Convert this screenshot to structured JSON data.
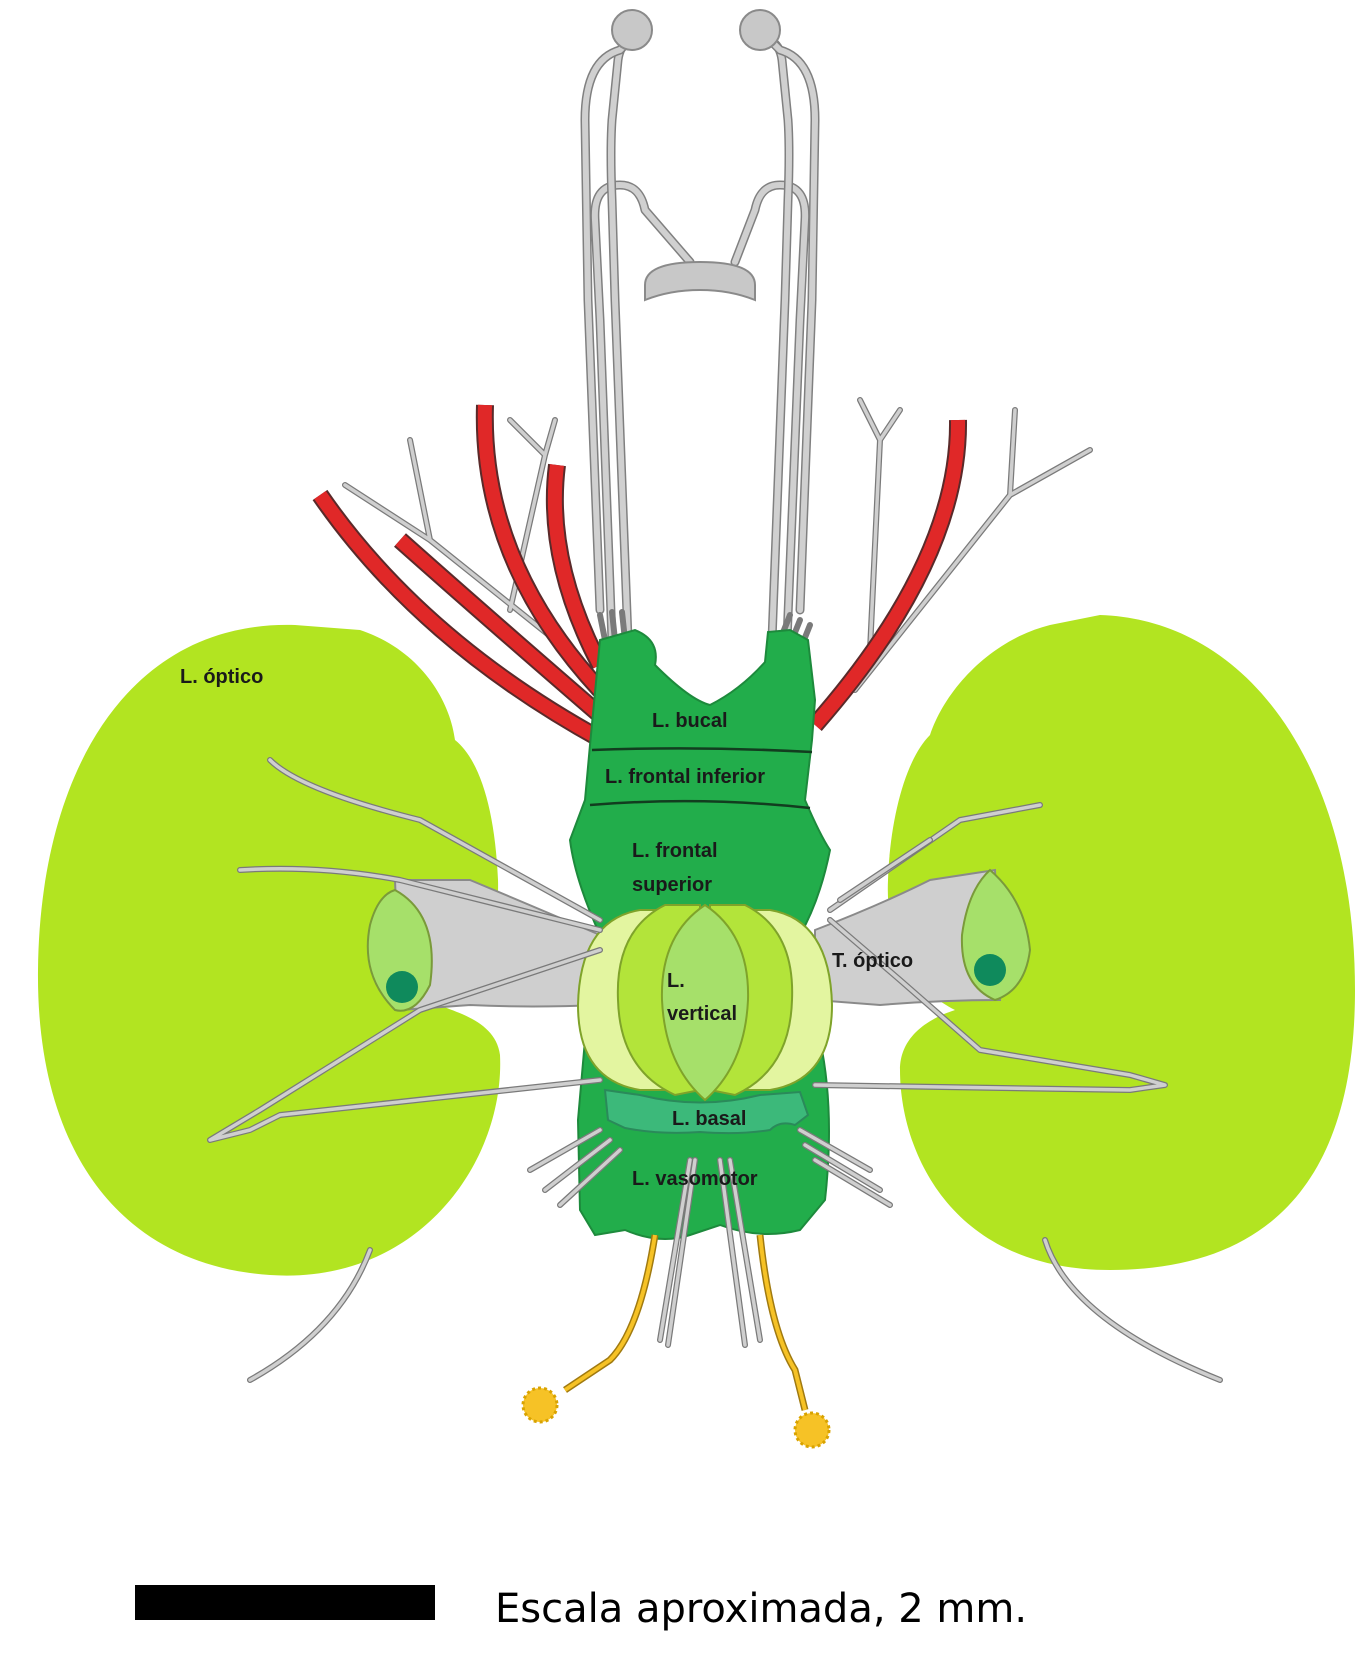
{
  "labels": {
    "optic_lobe": "L. óptico",
    "buccal": "L. bucal",
    "inferior_frontal": "L. frontal inferior",
    "superior_frontal_1": "L. frontal",
    "superior_frontal_2": "superior",
    "vertical_1": "L.",
    "vertical_2": "vertical",
    "optic_tract": "T. óptico",
    "basal": "L. basal",
    "vasomotor": "L. vasomotor"
  },
  "scale_bar": {
    "label": "Escala aproximada, 2 mm."
  },
  "colors": {
    "optic_lobe": "#b2e421",
    "brain": "#22ad4b",
    "vertical_light": "#e3f5a0",
    "vertical_mid": "#b3e43a",
    "vertical_center": "#a6e06a",
    "basal": "#3cb97a",
    "nerve": "#cfcfcf",
    "artery": "#e02828",
    "ganglion": "#f6c226",
    "optic_gland": "#0f8a5c"
  }
}
